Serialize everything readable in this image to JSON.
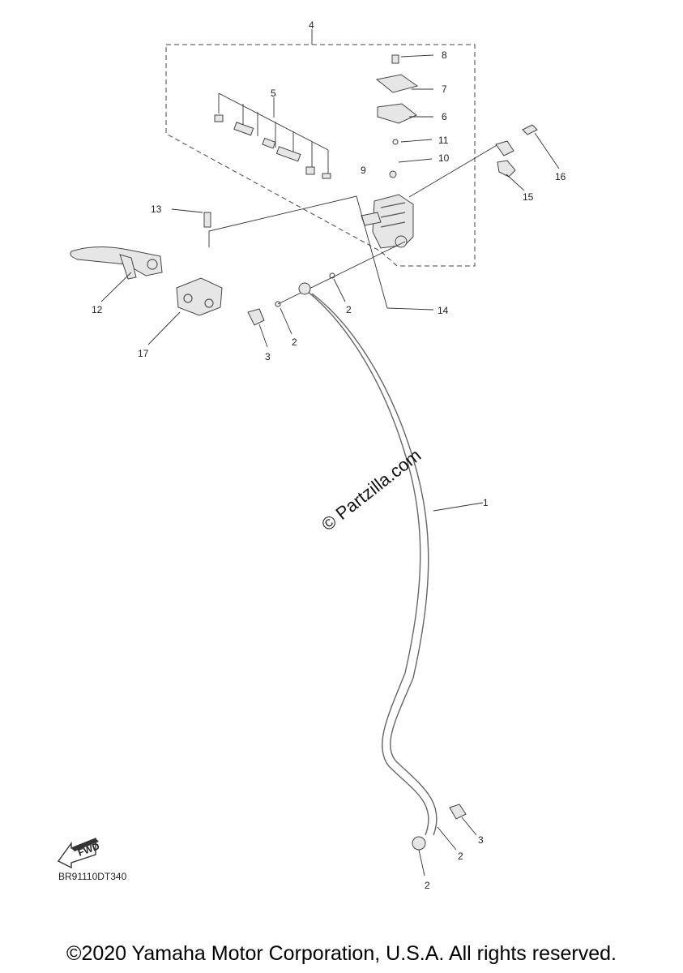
{
  "callouts": [
    "1",
    "2",
    "3",
    "4",
    "5",
    "6",
    "7",
    "8",
    "9",
    "10",
    "11",
    "12",
    "13",
    "14",
    "15",
    "16",
    "17"
  ],
  "drawing_code": "BR91110DT340",
  "fwd_label": "FWD",
  "watermark": "© Partzilla.com",
  "copyright": "©2020 Yamaha Motor Corporation, U.S.A. All rights reserved."
}
